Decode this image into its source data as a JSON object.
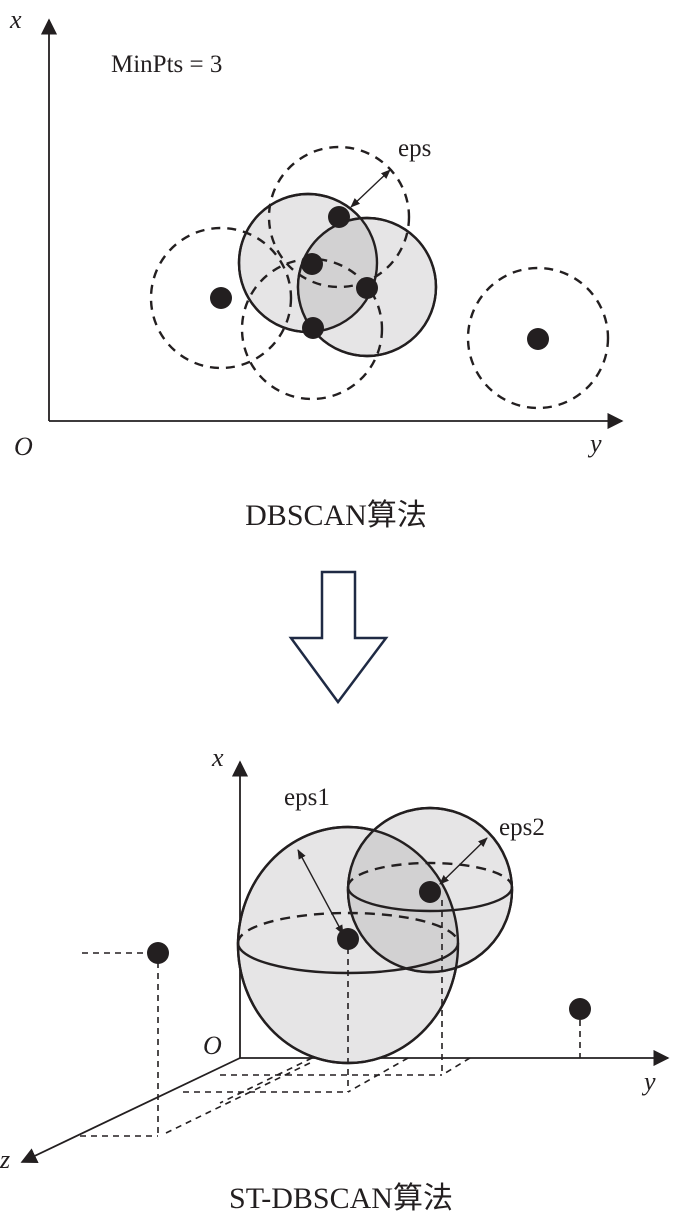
{
  "top_diagram": {
    "axis_x_label": "x",
    "axis_y_label": "y",
    "origin_label": "O",
    "minpts_label": "MinPts = 3",
    "eps_label": "eps",
    "caption": "DBSCAN算法"
  },
  "bottom_diagram": {
    "axis_x_label": "x",
    "axis_y_label": "y",
    "axis_z_label": "z",
    "origin_label": "O",
    "eps1_label": "eps1",
    "eps2_label": "eps2",
    "caption": "ST-DBSCAN算法"
  },
  "colors": {
    "ink": "#231f20",
    "sphere_fill": "#e6e5e6",
    "overlap_fill": "#d2d1d2",
    "arrow_outline": "#1f2a44"
  }
}
